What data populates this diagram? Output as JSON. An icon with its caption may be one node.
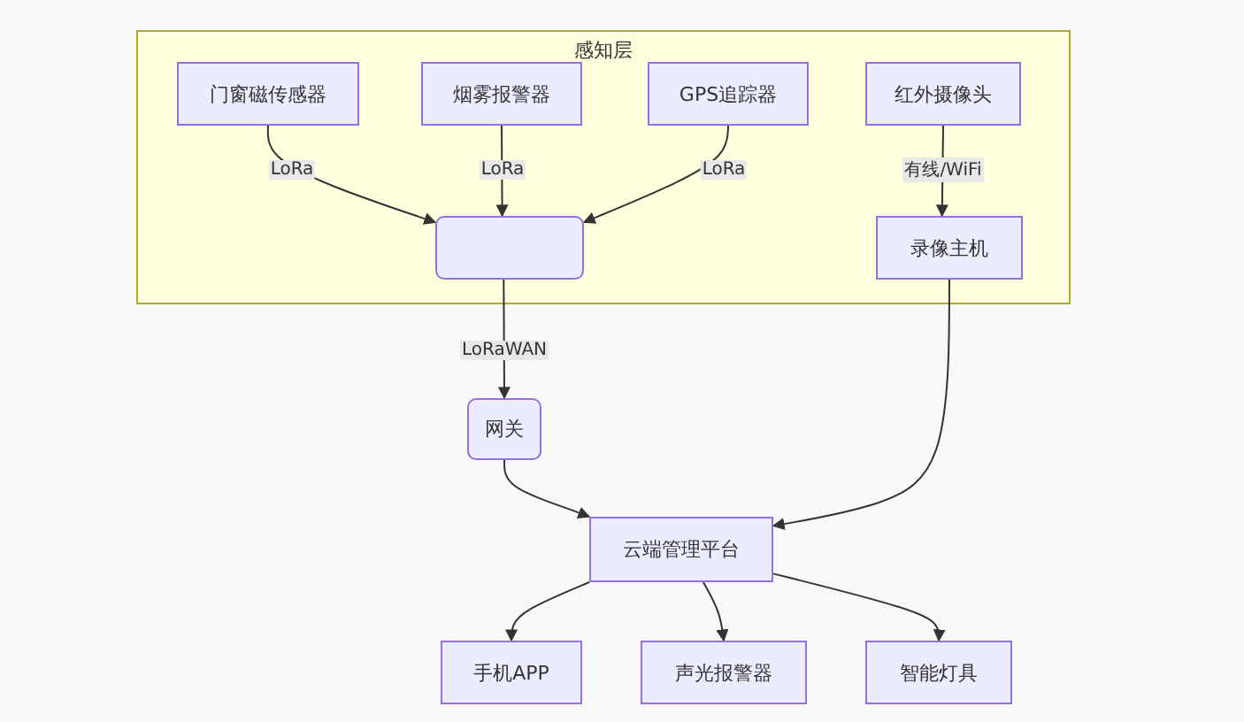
{
  "diagram": {
    "nodes": [
      {
        "text": [
          "感知层"
        ]
      },
      {
        "text": [
          "门窗磁传感器"
        ],
        "in": 0
      },
      {
        "text": [
          "烟雾报警器"
        ],
        "in": 0
      },
      {
        "text": [
          "GPS追踪器"
        ],
        "in": 0
      },
      {
        "text": [
          "红外摄像头"
        ],
        "in": 0
      },
      {
        "text": [],
        "shape": "box",
        "in": 0
      },
      {
        "text": [
          "录像主机"
        ],
        "in": 0
      },
      {
        "text": [
          "网关"
        ]
      },
      {
        "text": [
          "云端管理平台"
        ]
      },
      {
        "text": [
          "手机APP"
        ]
      },
      {
        "text": [
          "声光报警器"
        ]
      },
      {
        "text": [
          "智能灯具"
        ]
      }
    ],
    "edges": [
      {
        "from": 1,
        "to": 5,
        "arrow": "to",
        "label": "LoRa"
      },
      {
        "from": 2,
        "to": 5,
        "arrow": "to",
        "label": "LoRa"
      },
      {
        "from": 3,
        "to": 5,
        "arrow": "to",
        "label": "LoRa"
      },
      {
        "from": 4,
        "to": 6,
        "arrow": "to",
        "label": "有线/WiFi"
      },
      {
        "from": 5,
        "to": 7,
        "arrow": "to",
        "label": "LoRaWAN"
      },
      {
        "from": 7,
        "to": 8,
        "arrow": "to"
      },
      {
        "from": 6,
        "to": 8,
        "arrow": "to"
      },
      {
        "from": 8,
        "to": 9,
        "arrow": "to"
      },
      {
        "from": 8,
        "to": 10,
        "arrow": "to"
      },
      {
        "from": 8,
        "to": 11,
        "arrow": "to"
      }
    ]
  }
}
